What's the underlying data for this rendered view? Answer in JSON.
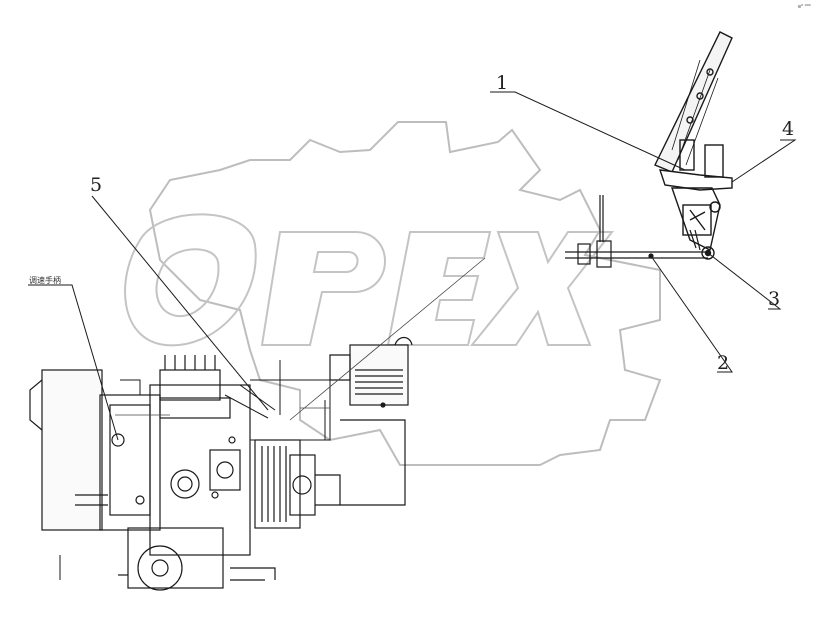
{
  "watermark": {
    "text": "OPEX",
    "color": "#c8c8c8"
  },
  "corner_mark": "e⁰ ⁰⁰⁰",
  "side_label": "调速手柄",
  "callouts": [
    {
      "id": "1",
      "label": "1"
    },
    {
      "id": "2",
      "label": "2"
    },
    {
      "id": "3",
      "label": "3"
    },
    {
      "id": "4",
      "label": "4"
    },
    {
      "id": "5",
      "label": "5"
    }
  ],
  "colors": {
    "line": "#1a1a1a",
    "gear": "#b5b5b5"
  }
}
